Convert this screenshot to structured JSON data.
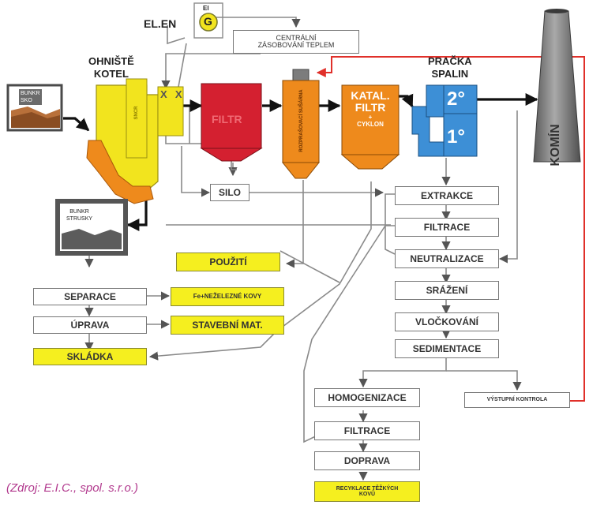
{
  "nodes": {
    "el_en": "EL.EN",
    "generator_box": "El",
    "generator": "G",
    "central_heating": [
      "CENTRÁLNÍ",
      "ZÁSOBOVÁNÍ TEPLEM"
    ],
    "furnace_boiler": [
      "OHNIŠTĚ",
      "KOTEL"
    ],
    "waste_bunker": [
      "BUNKR",
      "SKO"
    ],
    "boiler_inner": "SNCR",
    "exchanger_marks": "X  X",
    "filter": "FILTR",
    "reactor": "ROZPRAŠOVACÍ SUŠÁRNA",
    "cat_filter": [
      "KATAL.",
      "FILTR",
      "+",
      "CYKLON"
    ],
    "scrubber_title": [
      "PRAČKA",
      "SPALIN"
    ],
    "scrubber_stage2": "2°",
    "scrubber_stage1": "1°",
    "chimney": "KOMÍN",
    "silo": "SILO",
    "slag_bunker": [
      "BUNKR",
      "STRUSKY"
    ],
    "pouziti": "POUŽITÍ",
    "separace": "SEPARACE",
    "fe_metals": "Fe+NEŽELEZNÉ KOVY",
    "uprava": "ÚPRAVA",
    "stavebni_mat": "STAVEBNÍ MAT.",
    "sklauka": "SKLÁDKA",
    "extrakce": "EXTRAKCE",
    "filtrace_1": "FILTRACE",
    "neutralizace": "NEUTRALIZACE",
    "srazeni": "SRÁŽENÍ",
    "vlockovani": "VLOČKOVÁNÍ",
    "sedimentace": "SEDIMENTACE",
    "homogenizace": "HOMOGENIZACE",
    "vystupni_kontrola": "VÝSTUPNÍ KONTROLA",
    "filtrace_2": "FILTRACE",
    "doprava": "DOPRAVA",
    "recyklace": [
      "RECYKLACE TĚŽKÝCH",
      "KOVŮ"
    ]
  },
  "source": "(Zdroj: E.I.C., spol. s.r.o.)",
  "colors": {
    "filter_red": "#d42030",
    "orange": "#ee8a1c",
    "boiler_yellow": "#f2e41e",
    "scrubber_blue": "#3d8fd6",
    "chimney_gray": "#8d8d8d",
    "bunker_brown": "#b8703a",
    "return_line_red": "#e0302a",
    "process_box_yellow": "#f5ef1f"
  }
}
